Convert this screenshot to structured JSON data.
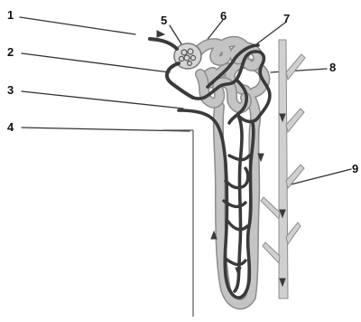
{
  "labels": {
    "l1": "1",
    "l2": "2",
    "l3": "3",
    "l4": "4",
    "l5": "5",
    "l6": "6",
    "l7": "7",
    "l8": "8",
    "l9": "9"
  },
  "colors": {
    "dark_vessel": "#3a3a3a",
    "light_tubule": "#c4c4c4",
    "tubule_outline": "#8c8c8c",
    "leader_line": "#333333",
    "label": "#111111"
  }
}
